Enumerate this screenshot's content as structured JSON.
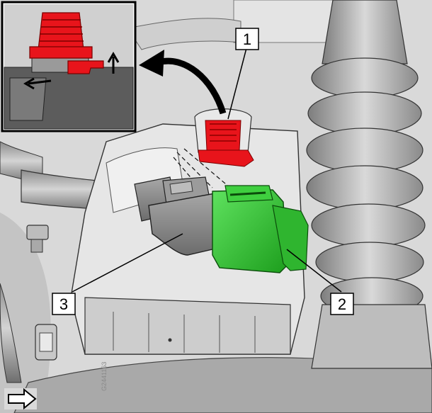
{
  "callouts": [
    {
      "id": "1",
      "label": "1"
    },
    {
      "id": "2",
      "label": "2"
    },
    {
      "id": "3",
      "label": "3"
    }
  ],
  "reference_code": "G2441163",
  "colors": {
    "highlight_red": "#e8141b",
    "connector_green": "#27c627",
    "part_gray": "#9a9a9a",
    "background_gray": "#d8d8d8",
    "outline": "#111111"
  },
  "icons": [
    "curved-arrow-icon",
    "arrow-up-icon",
    "arrow-left-icon",
    "view-direction-arrow-icon"
  ]
}
